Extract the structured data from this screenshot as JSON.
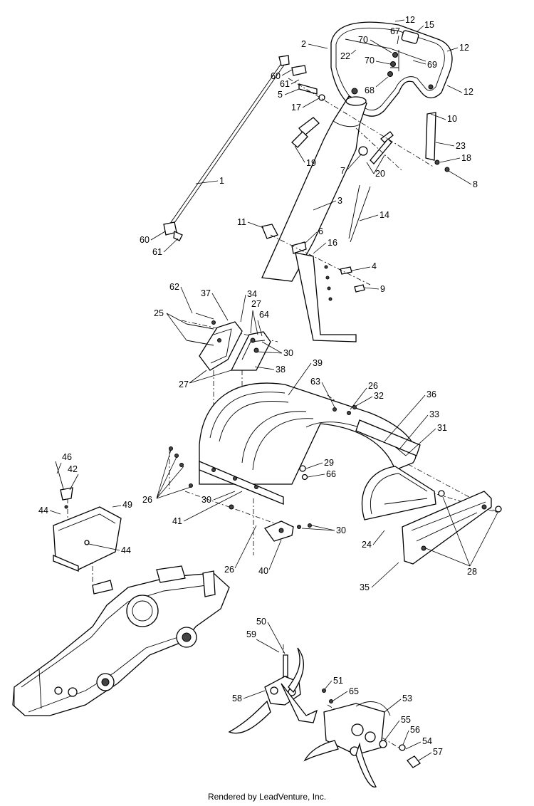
{
  "footer": "Rendered by LeadVenture, Inc.",
  "callouts": [
    "12",
    "15",
    "67",
    "2",
    "70",
    "22",
    "70",
    "69",
    "12",
    "12",
    "68",
    "60",
    "61",
    "5",
    "17",
    "10",
    "23",
    "18",
    "19",
    "7",
    "20",
    "8",
    "1",
    "14",
    "3",
    "11",
    "6",
    "16",
    "4",
    "9",
    "60",
    "61",
    "62",
    "37",
    "34",
    "27",
    "64",
    "25",
    "30",
    "38",
    "27",
    "39",
    "63",
    "26",
    "32",
    "36",
    "33",
    "31",
    "29",
    "66",
    "46",
    "42",
    "49",
    "26",
    "30",
    "41",
    "44",
    "44",
    "30",
    "24",
    "28",
    "26",
    "40",
    "35",
    "50",
    "59",
    "51",
    "65",
    "53",
    "58",
    "55",
    "56",
    "54",
    "57"
  ]
}
